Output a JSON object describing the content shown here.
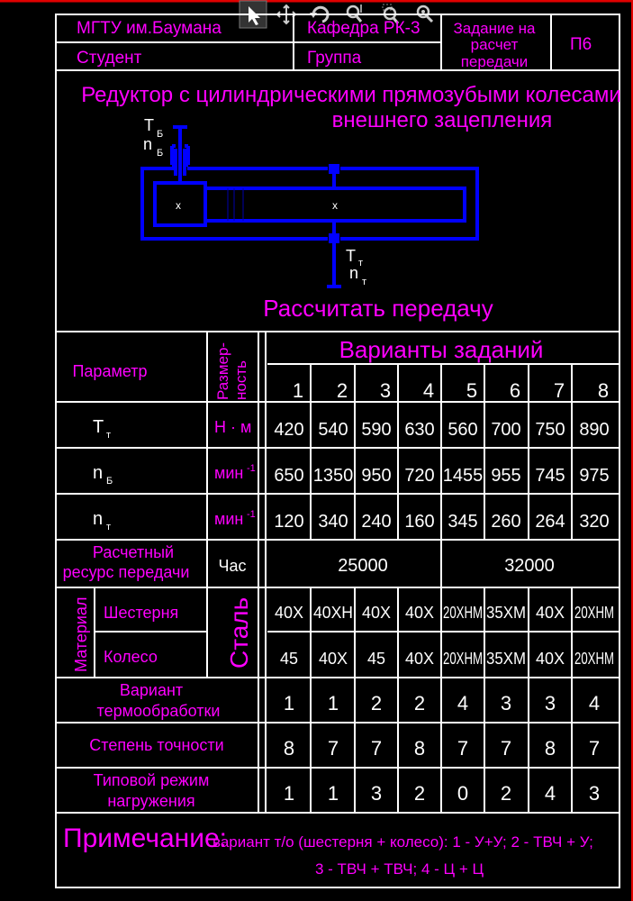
{
  "toolbar": {
    "icons": [
      "select-cursor-icon",
      "pan-icon",
      "orbit-icon",
      "zoom-realtime-icon",
      "zoom-window-icon",
      "zoom-extents-icon"
    ]
  },
  "header": {
    "university": "МГТУ им.Баумана",
    "department": "Кафедра РК-3",
    "student": "Студент",
    "group": "Группа",
    "task_title": [
      "Задание на",
      "расчет",
      "передачи"
    ],
    "code": "П6"
  },
  "title": {
    "line1": "Редуктор с цилиндрическими прямозубыми колесами",
    "line2": "внешнего зацепления"
  },
  "diagram": {
    "t_b": "T",
    "b_sub": "Б",
    "n_b": "n",
    "t_t": "T",
    "t_sub": "т",
    "n_t": "n",
    "gear_mark": "x"
  },
  "task": "Рассчитать передачу",
  "table": {
    "param_header": "Параметр",
    "dim_header": [
      "Размер-",
      "ность"
    ],
    "variants_header": "Варианты заданий",
    "variants": [
      "1",
      "2",
      "3",
      "4",
      "5",
      "6",
      "7",
      "8"
    ],
    "rows": [
      {
        "param": "T",
        "sub": "т",
        "unit": "Н · м",
        "values": [
          "420",
          "540",
          "590",
          "630",
          "560",
          "700",
          "750",
          "890"
        ]
      },
      {
        "param": "n",
        "sub": "Б",
        "unit": "мин",
        "unit_sup": "-1",
        "values": [
          "650",
          "1350",
          "950",
          "720",
          "1455",
          "955",
          "745",
          "975"
        ]
      },
      {
        "param": "n",
        "sub": "т",
        "unit": "мин",
        "unit_sup": "-1",
        "values": [
          "120",
          "340",
          "240",
          "160",
          "345",
          "260",
          "264",
          "320"
        ]
      }
    ],
    "resource": {
      "label": [
        "Расчетный",
        "ресурс передачи"
      ],
      "unit": "Час",
      "values": [
        "25000",
        "32000"
      ]
    },
    "material": {
      "label": "Материал",
      "steel": "Сталь",
      "pinion": {
        "label": "Шестерня",
        "values": [
          "40Х",
          "40ХН",
          "40Х",
          "40Х",
          "20ХНМ",
          "35ХМ",
          "40Х",
          "20ХНМ"
        ]
      },
      "wheel": {
        "label": "Колесо",
        "values": [
          "45",
          "40Х",
          "45",
          "40Х",
          "20ХНМ",
          "35ХМ",
          "40Х",
          "20ХНМ"
        ]
      }
    },
    "heat": {
      "label": [
        "Вариант",
        "термообработки"
      ],
      "values": [
        "1",
        "1",
        "2",
        "2",
        "4",
        "3",
        "3",
        "4"
      ]
    },
    "accuracy": {
      "label": "Степень точности",
      "values": [
        "8",
        "7",
        "7",
        "8",
        "7",
        "7",
        "8",
        "7"
      ]
    },
    "load": {
      "label": [
        "Типовой режим",
        "нагружения"
      ],
      "values": [
        "1",
        "1",
        "3",
        "2",
        "0",
        "2",
        "4",
        "3"
      ]
    }
  },
  "note": {
    "label": "Примечание:",
    "line1": "вариант т/о (шестерня + колесо): 1 - У+У; 2 - ТВЧ + У;",
    "line2": "3 - ТВЧ + ТВЧ; 4 - Ц + Ц"
  }
}
